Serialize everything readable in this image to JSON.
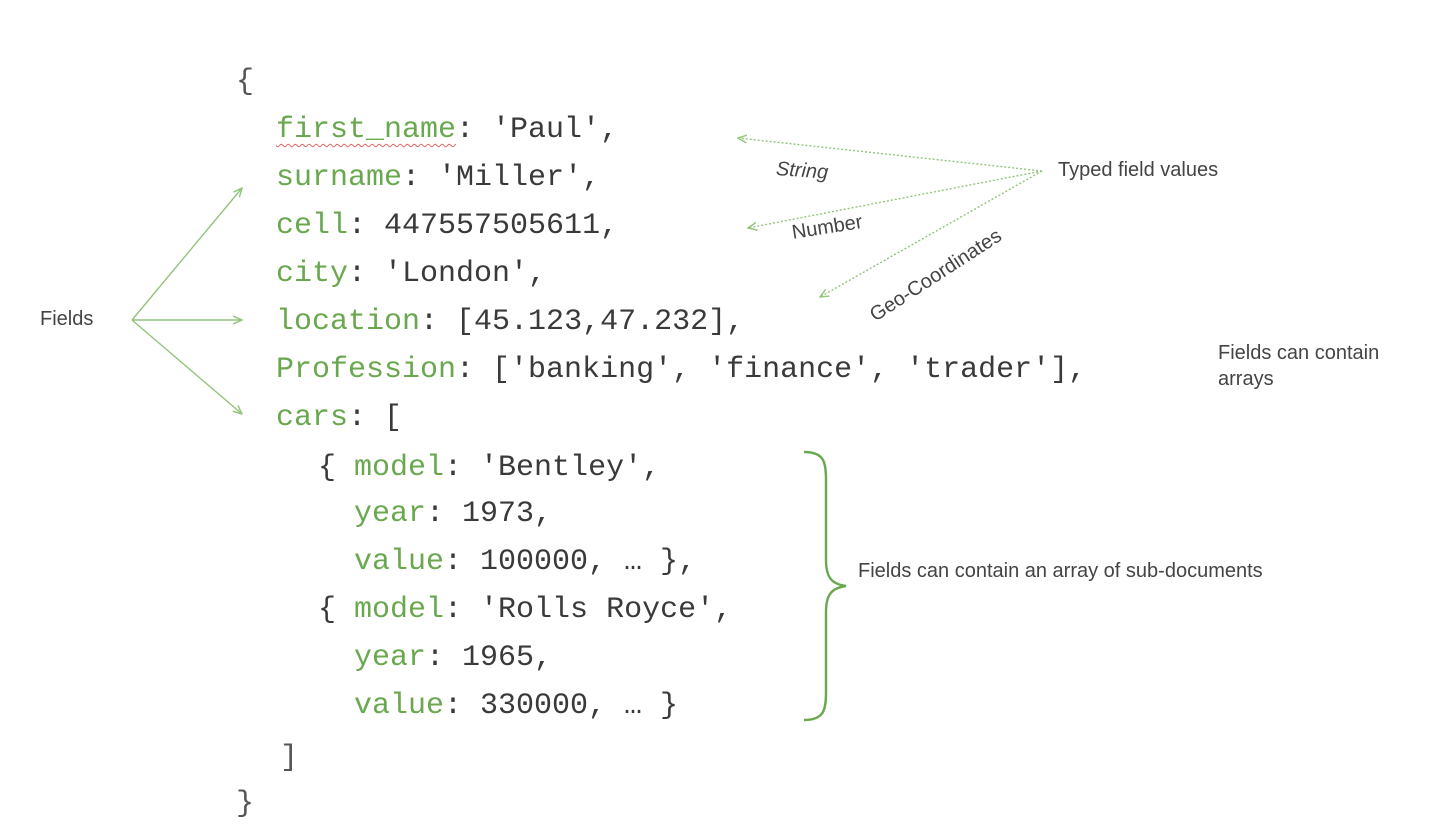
{
  "code": {
    "open_brace": "{",
    "close_brace": "}",
    "close_bracket": "]",
    "lines": [
      {
        "key": "first_name",
        "value": "'Paul',"
      },
      {
        "key": "surname",
        "value": "'Miller',"
      },
      {
        "key": "cell",
        "value": "447557505611,"
      },
      {
        "key": "city",
        "value": "'London',"
      },
      {
        "key": "location",
        "value": "[45.123,47.232],"
      },
      {
        "key": "Profession",
        "value": "['banking', 'finance', 'trader'],"
      },
      {
        "key": "cars",
        "value": "["
      }
    ],
    "car1": {
      "model_key": "model",
      "model_val": "'Bentley',",
      "year_key": "year",
      "year_val": "1973,",
      "value_key": "value",
      "value_val": "100000, … },"
    },
    "car2": {
      "model_key": "model",
      "model_val": "'Rolls Royce',",
      "year_key": "year",
      "year_val": "1965,",
      "value_key": "value",
      "value_val": "330000, … }"
    }
  },
  "annotations": {
    "fields": "Fields",
    "typed_field_values": "Typed field values",
    "string": "String",
    "number": "Number",
    "geo": "Geo-Coordinates",
    "arrays": "Fields can contain arrays",
    "subdocs": "Fields can contain an array of sub-documents"
  },
  "colors": {
    "key": "#6aa84f",
    "arrow": "#93c47d",
    "bracket": "#6aa84f"
  }
}
